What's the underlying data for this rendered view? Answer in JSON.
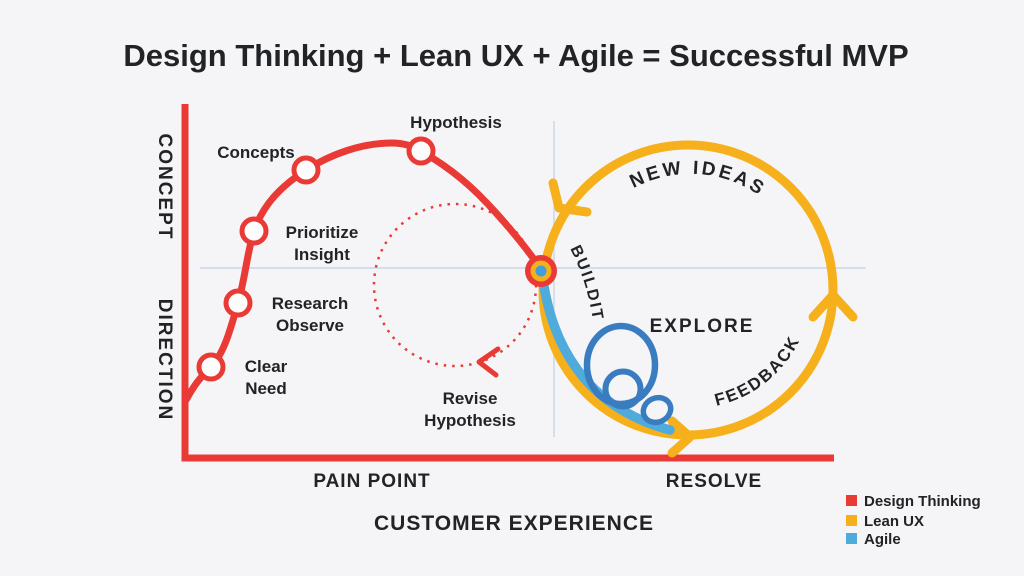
{
  "title": "Design Thinking + Lean UX + Agile = Successful MVP",
  "colors": {
    "design_thinking": "#e93a36",
    "lean_ux": "#f5b01c",
    "agile": "#4fabdc",
    "agile_spiral": "#3a7cc0",
    "agile_dot": "#3f9edb",
    "explore_text": "#5c9fd6",
    "guide_line": "#c9d7e8",
    "node_fill": "#fdfdfd",
    "text": "#222326",
    "background": "#f5f5f7"
  },
  "y_axis": {
    "upper_label": "CONCEPT",
    "lower_label": "DIRECTION"
  },
  "x_axis": {
    "left_label": "PAIN POINT",
    "right_label": "RESOLVE",
    "title": "CUSTOMER EXPERIENCE"
  },
  "design_thinking_stages": [
    {
      "name": "Clear Need",
      "lines": [
        "Clear",
        "Need"
      ]
    },
    {
      "name": "Research Observe",
      "lines": [
        "Research",
        "Observe"
      ]
    },
    {
      "name": "Prioritize Insight",
      "lines": [
        "Prioritize",
        "Insight"
      ]
    },
    {
      "name": "Concepts",
      "lines": [
        "Concepts"
      ]
    },
    {
      "name": "Hypothesis",
      "lines": [
        "Hypothesis"
      ]
    }
  ],
  "revise_loop": {
    "lines": [
      "Revise",
      "Hypothesis"
    ]
  },
  "lean_ux_loop": {
    "top_label": "NEW IDEAS",
    "side_label": "FEEDBACK",
    "build_label": "BUILDIT"
  },
  "agile_loop": {
    "label": "EXPLORE"
  },
  "legend": {
    "items": [
      {
        "label": "Design Thinking",
        "color": "#e93a36"
      },
      {
        "label": "Lean UX",
        "color": "#f5b01c"
      },
      {
        "label": "Agile",
        "color": "#4fabdc"
      }
    ]
  }
}
